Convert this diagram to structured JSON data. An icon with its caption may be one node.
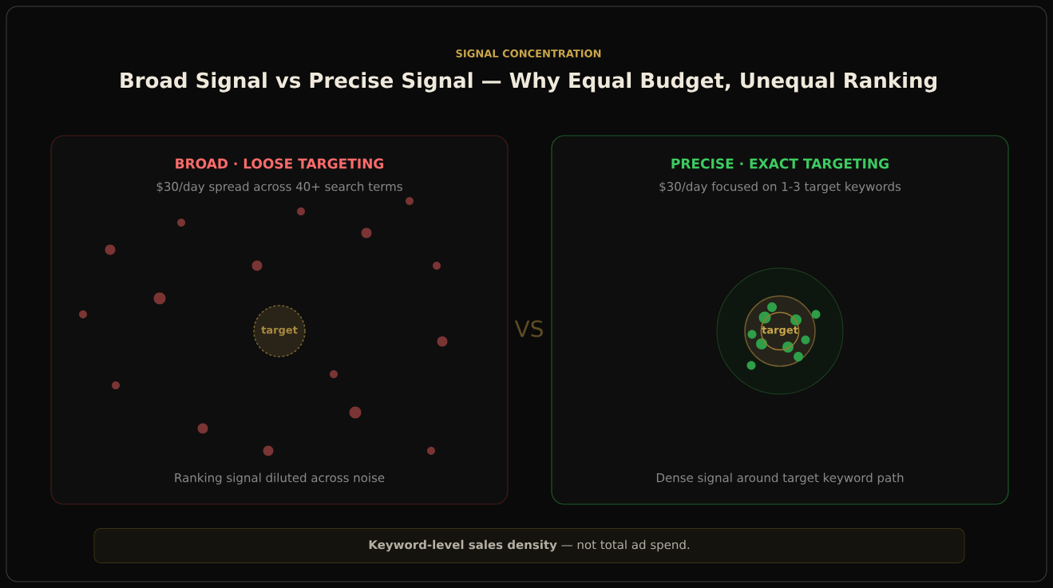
{
  "diagram": {
    "title": "Broad Signal vs Precise Signal — Why Equal Budget, Unequal Ranking",
    "nodes": [
      {
        "text": [
          "BROAD · LOOSE TARGETING",
          "$30/day spread across 40+ search terms",
          "Ranking signal diluted across noise"
        ]
      },
      {
        "text": [
          "target"
        ],
        "in": 0
      },
      {
        "text": [
          "PRECISE · EXACT TARGETING",
          "$30/day focused on 1-3 target keywords",
          "Dense signal around target keyword path"
        ]
      },
      {
        "text": [
          "target"
        ],
        "in": 2
      },
      {
        "text": [
          "**Keyword-level sales density** — not total ad spend."
        ]
      }
    ],
    "labels": [
      "SIGNAL CONCENTRATION",
      "VS"
    ]
  }
}
